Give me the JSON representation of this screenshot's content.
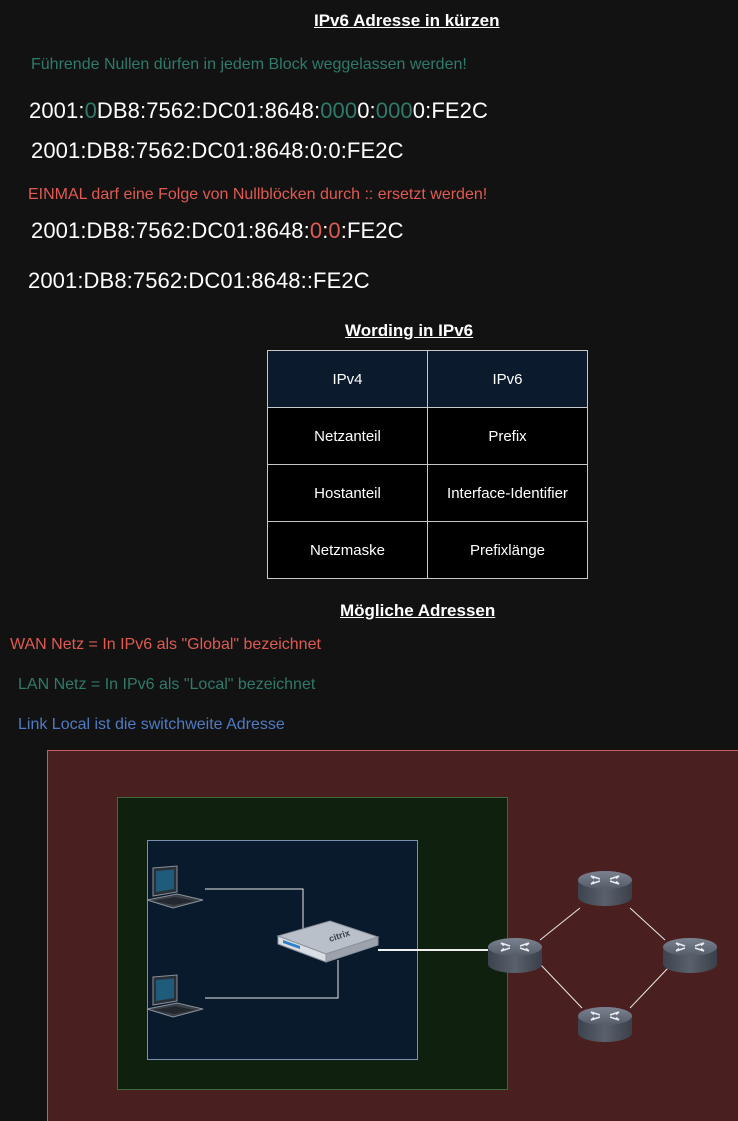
{
  "colors": {
    "green": "#2f7a6a",
    "red": "#e05a52",
    "blue": "#4f7bc2",
    "wan_bg": "#4a1f1f",
    "lan_bg": "#10200f",
    "link_bg": "#0a1a2d"
  },
  "section1": {
    "title": "IPv6 Adresse in kürzen",
    "rule1": "Führende Nullen dürfen in jedem Block weggelassen werden!",
    "addr_full": {
      "p1": "2001:",
      "z1": "0",
      "p2": "DB8:7562:DC01:8648:",
      "z2": "000",
      "p3": "0:",
      "z3": "000",
      "p4": "0:FE2C"
    },
    "addr_short": "2001:DB8:7562:DC01:8648:0:0:FE2C",
    "rule2": "EINMAL darf eine Folge von Nullblöcken durch :: ersetzt werden!",
    "addr_marked": {
      "p1": "2001:DB8:7562:DC01:8648:",
      "z1": "0",
      "colon": ":",
      "z2": "0",
      "p2": ":FE2C"
    },
    "addr_compressed": "2001:DB8:7562:DC01:8648::FE2C"
  },
  "section2": {
    "title": "Wording in IPv6",
    "table": {
      "headers": [
        "IPv4",
        "IPv6"
      ],
      "rows": [
        [
          "Netzanteil",
          "Prefix"
        ],
        [
          "Hostanteil",
          "Interface-Identifier"
        ],
        [
          "Netzmaske",
          "Prefixlänge"
        ]
      ]
    }
  },
  "section3": {
    "title": "Mögliche Adressen",
    "wan": "WAN Netz = In IPv6 als \"Global\" bezeichnet",
    "lan": "LAN Netz = In IPv6 als \"Local\" bezeichnet",
    "link": "Link Local ist die switchweite Adresse",
    "switch_brand": "citrix",
    "icons": [
      "laptop-icon",
      "laptop-icon",
      "switch-icon",
      "router-icon",
      "router-icon",
      "router-icon",
      "router-icon"
    ]
  }
}
